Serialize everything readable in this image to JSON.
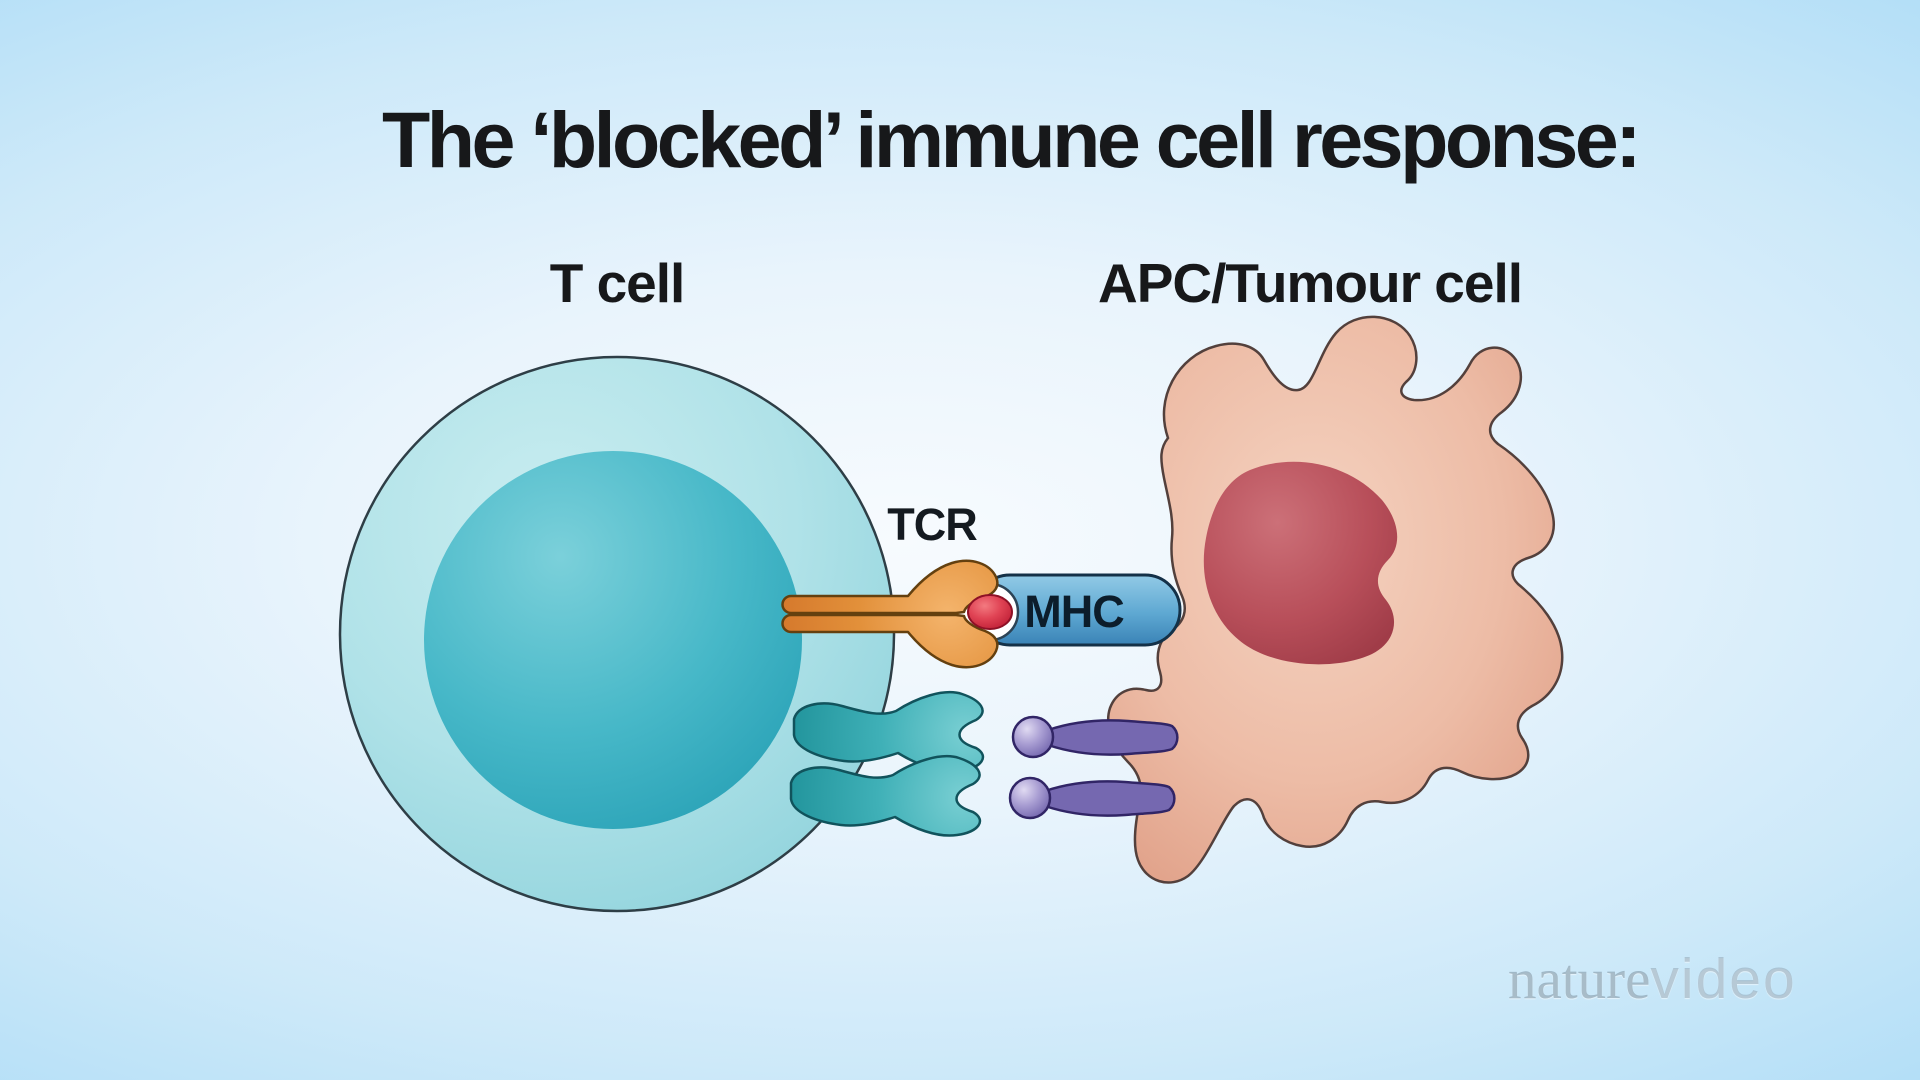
{
  "title": "The ‘blocked’ immune cell response:",
  "labels": {
    "t_cell": "T cell",
    "apc_tumour": "APC/Tumour cell",
    "tcr": "TCR",
    "mhc": "MHC"
  },
  "watermark": {
    "serif": "nature",
    "sans": "video"
  },
  "colors": {
    "background_edge": "#8bcdf4",
    "background_center": "#f7fbfe",
    "t_cell_outer": "#abdfe6",
    "t_cell_nucleus": "#3fb0c4",
    "tumour_body": "#edbca6",
    "tumour_nucleus": "#b84f5a",
    "tcr_orange": "#e18f3a",
    "mhc_blue": "#5ea8d2",
    "peptide_red": "#d93a4c",
    "receptor_teal": "#3fb0b7",
    "ligand_purple": "#7568b0",
    "text": "#17181a"
  }
}
